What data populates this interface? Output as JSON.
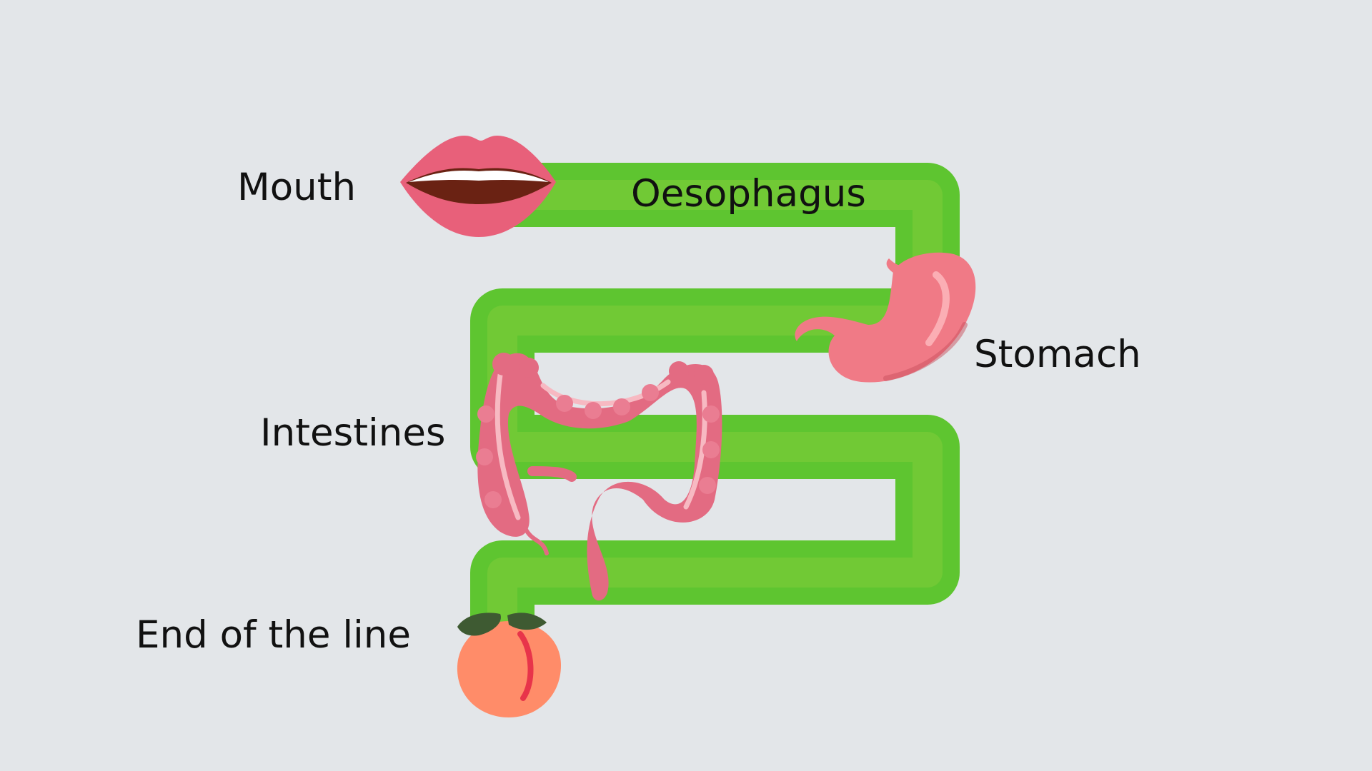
{
  "diagram": {
    "labels": {
      "mouth": "Mouth",
      "oesophagus": "Oesophagus",
      "stomach": "Stomach",
      "intestines": "Intestines",
      "end": "End of the line"
    },
    "colors": {
      "background": "#e3e6e9",
      "tube_outer": "#5ec530",
      "tube_inner": "#71c935",
      "lips": "#e8607a",
      "mouth_inside": "#6a2213",
      "teeth": "#ffffff",
      "stomach": "#f07a86",
      "intestines": "#e36b82",
      "peach": "#ff8c69",
      "peach_leaf": "#3e5a32"
    },
    "icons": [
      "lips-icon",
      "stomach-icon",
      "intestines-icon",
      "peach-icon"
    ]
  }
}
